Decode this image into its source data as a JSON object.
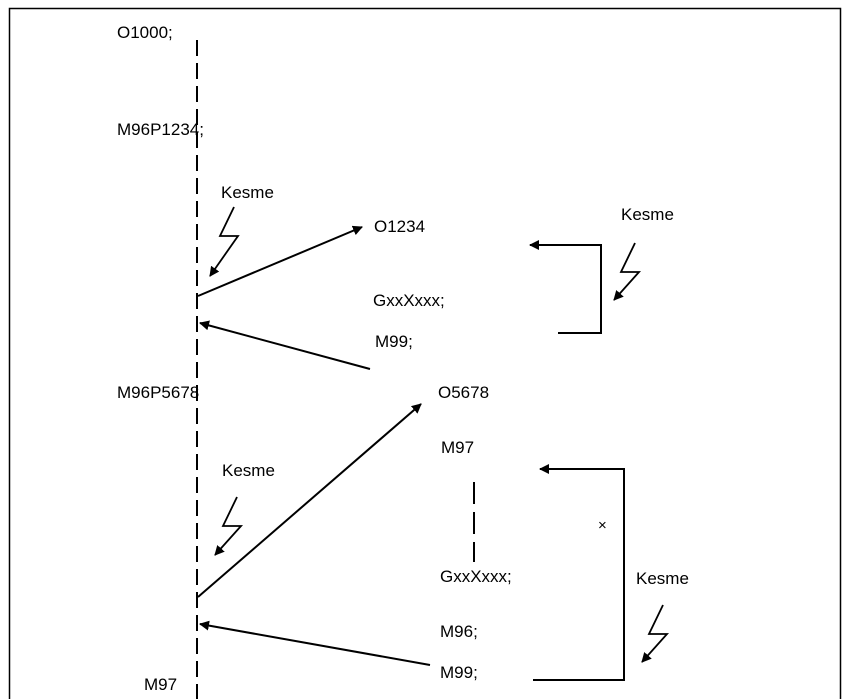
{
  "main_program": {
    "start": "O1000;",
    "call_1": "M96P1234;",
    "call_2": "M96P5678",
    "end_code": "M97"
  },
  "sub_1234": {
    "name": "O1234",
    "line_1": "GxxXxxx;",
    "line_2": "M99;"
  },
  "sub_5678": {
    "name": "O5678",
    "line_1": "M97",
    "line_2": "GxxXxxx;",
    "line_3": "M96;",
    "line_4": "M99;"
  },
  "interrupts": {
    "label_1": "Kesme",
    "label_2": "Kesme",
    "label_3": "Kesme",
    "label_4": "Kesme",
    "blocked_mark": "×"
  }
}
